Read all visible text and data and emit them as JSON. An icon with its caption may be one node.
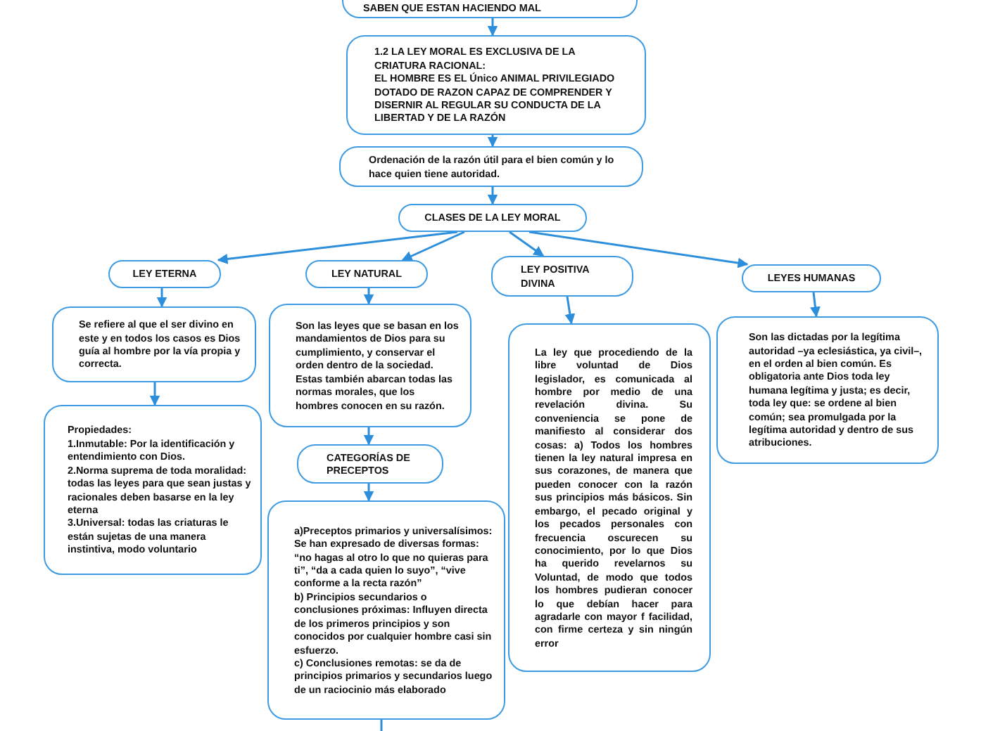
{
  "diagram": {
    "nodes": [
      {
        "text": [
          "SABEN QUE ESTAN HACIENDO MAL"
        ]
      },
      {
        "text": [
          "1.2 LA LEY MORAL ES EXCLUSIVA DE LA CRIATURA RACIONAL:",
          "EL HOMBRE ES EL Único ANIMAL PRIVILEGIADO DOTADO DE RAZON CAPAZ DE COMPRENDER Y DISERNIR AL REGULAR SU CONDUCTA DE LA LIBERTAD Y DE LA RAZÓN"
        ]
      },
      {
        "text": [
          "Ordenación de la razón útil para el bien común y lo hace quien tiene autoridad."
        ]
      },
      {
        "text": [
          "CLASES DE LA LEY MORAL"
        ]
      },
      {
        "text": [
          "LEY ETERNA"
        ]
      },
      {
        "text": [
          "LEY NATURAL"
        ]
      },
      {
        "text": [
          "LEY POSITIVA DIVINA"
        ]
      },
      {
        "text": [
          "LEYES HUMANAS"
        ]
      },
      {
        "text": [
          "Se refiere al que el ser divino en este y en todos los casos es Dios guía al hombre por la vía propia y correcta."
        ]
      },
      {
        "text": [
          "Propiedades:",
          "1.Inmutable: Por la identificación y entendimiento con Dios.",
          "2.Norma suprema de toda moralidad: todas las leyes para que sean justas y racionales deben basarse en la ley eterna",
          "3.Universal: todas las criaturas le están sujetas de una manera instintiva, modo voluntario"
        ]
      },
      {
        "text": [
          "Son las leyes que se basan en los mandamientos de Dios para su cumplimiento, y conservar el orden dentro de la sociedad. Estas también abarcan todas las normas morales, que los hombres conocen en su razón."
        ]
      },
      {
        "text": [
          "CATEGORÍAS DE PRECEPTOS"
        ]
      },
      {
        "text": [
          "a)Preceptos primarios y universalísimos: Se han expresado de diversas formas: “no hagas al otro lo que no quieras para ti”, “da a cada quien lo suyo”, “vive conforme a la recta razón”",
          "b) Principios secundarios o conclusiones próximas: Influyen directa de los primeros principios y son conocidos por cualquier hombre casi sin esfuerzo.",
          "c) Conclusiones remotas: se da de principios primarios y secundarios luego de un raciocinio más elaborado"
        ]
      },
      {
        "text": [
          "La ley que procediendo de la libre voluntad de Dios legislador, es comunicada al hombre por medio de una revelación divina. Su conveniencia se pone de manifiesto al considerar dos cosas: a) Todos los hombres tienen la ley natural impresa en sus corazones, de manera que pueden conocer con la razón sus principios más básicos. Sin embargo, el pecado original y los pecados personales con frecuencia oscurecen su conocimiento, por lo que Dios ha querido revelarnos su Voluntad, de modo que todos los hombres pudieran conocer lo que debían hacer para agradarle con mayor f facilidad, con firme certeza y sin ningún error"
        ]
      },
      {
        "text": [
          "Son las dictadas por la legítima autoridad –ya eclesiástica, ya civil–, en el orden al bien común. Es obligatoria ante Dios toda ley humana legítima y justa; es decir, toda ley que: se ordene al bien común; sea promulgada por la legítima autoridad y dentro de sus atribuciones."
        ]
      }
    ],
    "edges": [
      {
        "from": 0,
        "to": 1,
        "arrow": "to"
      },
      {
        "from": 1,
        "to": 2,
        "arrow": "to"
      },
      {
        "from": 2,
        "to": 3,
        "arrow": "to"
      },
      {
        "from": 3,
        "to": 4,
        "arrow": "to"
      },
      {
        "from": 3,
        "to": 5,
        "arrow": "to"
      },
      {
        "from": 3,
        "to": 6,
        "arrow": "to"
      },
      {
        "from": 3,
        "to": 7,
        "arrow": "to"
      },
      {
        "from": 4,
        "to": 8,
        "arrow": "to"
      },
      {
        "from": 8,
        "to": 9,
        "arrow": "to"
      },
      {
        "from": 5,
        "to": 10,
        "arrow": "to"
      },
      {
        "from": 10,
        "to": 11,
        "arrow": "to"
      },
      {
        "from": 11,
        "to": 12,
        "arrow": "to"
      },
      {
        "from": 6,
        "to": 13,
        "arrow": "to"
      },
      {
        "from": 7,
        "to": 14,
        "arrow": "to"
      },
      {
        "from": 12,
        "to": null,
        "arrow": "none"
      }
    ]
  }
}
